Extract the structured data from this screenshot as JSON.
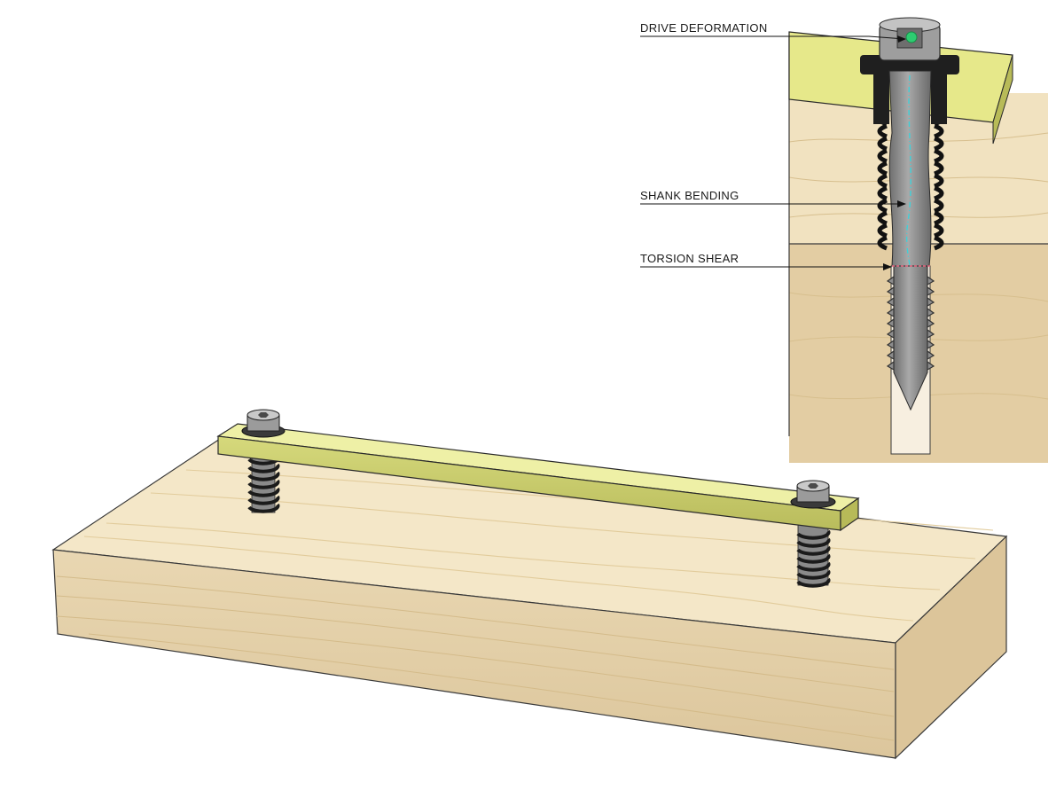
{
  "callouts": [
    {
      "id": "drive-deformation",
      "label": "DRIVE DEFORMATION"
    },
    {
      "id": "shank-bending",
      "label": "SHANK BENDING"
    },
    {
      "id": "torsion-shear",
      "label": "TORSION SHEAR"
    }
  ],
  "colors": {
    "wood_top": "#f3e6c6",
    "wood_side": "#e4d0a8",
    "wood_grain": "#d8c08f",
    "plate_top": "#eef0a4",
    "plate_side": "#c9cc6c",
    "screw_steel": "#8e8e8e",
    "spring_black": "#1b1b1b",
    "drive_marker": "#2ecc71",
    "torsion_marker": "#e0607a",
    "bend_axis": "#3fd0d8"
  }
}
